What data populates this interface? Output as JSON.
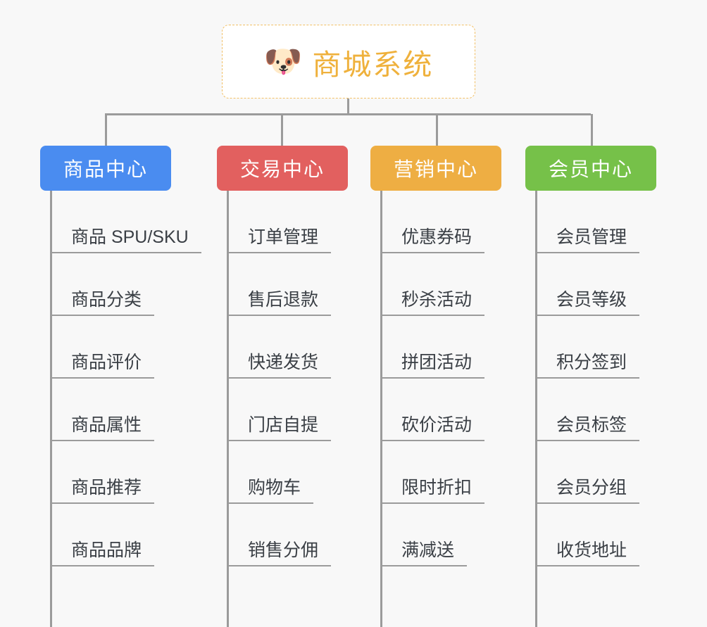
{
  "page": {
    "background_color": "#f8f8f8",
    "type": "mindmap"
  },
  "root": {
    "icon": "dog-face-icon",
    "icon_glyph": "🐶",
    "title": "商城系统",
    "text_color": "#efb13c",
    "border_color": "#f2c066",
    "background_color": "#ffffff"
  },
  "branches": [
    {
      "title": "商品中心",
      "color": "#4a8cf0",
      "leaves": [
        "商品 SPU/SKU",
        "商品分类",
        "商品评价",
        "商品属性",
        "商品推荐",
        "商品品牌"
      ]
    },
    {
      "title": "交易中心",
      "color": "#e2605f",
      "leaves": [
        "订单管理",
        "售后退款",
        "快递发货",
        "门店自提",
        "购物车",
        "销售分佣"
      ]
    },
    {
      "title": "营销中心",
      "color": "#eeae43",
      "leaves": [
        "优惠券码",
        "秒杀活动",
        "拼团活动",
        "砍价活动",
        "限时折扣",
        "满减送"
      ]
    },
    {
      "title": "会员中心",
      "color": "#76c149",
      "leaves": [
        "会员管理",
        "会员等级",
        "积分签到",
        "会员标签",
        "会员分组",
        "收货地址"
      ]
    }
  ]
}
